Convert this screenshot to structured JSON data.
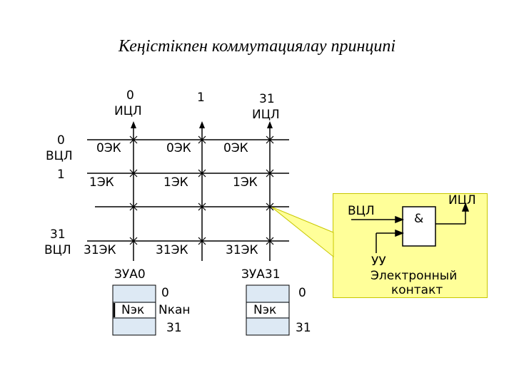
{
  "title": "Кеңістікпен коммутациялау принципі",
  "outputs": {
    "col0_num": "0",
    "col0_name": "ИЦЛ",
    "col1_num": "1",
    "col31_num": "31",
    "col31_name": "ИЦЛ"
  },
  "inputs": {
    "row0_num": "0",
    "row0_name": "ВЦЛ",
    "row1_num": "1",
    "row31_num": "31",
    "row31_name": "ВЦЛ"
  },
  "contacts": {
    "r0": [
      "0ЭК",
      "0ЭК",
      "0ЭК"
    ],
    "r1": [
      "1ЭК",
      "1ЭК",
      "1ЭК"
    ],
    "r31": [
      "31ЭК",
      "31ЭК",
      "31ЭК"
    ]
  },
  "memory": {
    "left_title": "ЗУА0",
    "left_top": "0",
    "left_cell": "Nэк",
    "left_cell_right": "Nкан",
    "left_bottom": "31",
    "right_title": "ЗУА31",
    "right_top": "0",
    "right_cell": "Nэк",
    "right_bottom": "31"
  },
  "callout": {
    "input_label": "ВЦЛ",
    "output_label": "ИЦЛ",
    "gate_symbol": "&",
    "control_label": "УУ",
    "caption_line1": "Электронный",
    "caption_line2": "контакт",
    "fill_color": "#ffff99"
  }
}
